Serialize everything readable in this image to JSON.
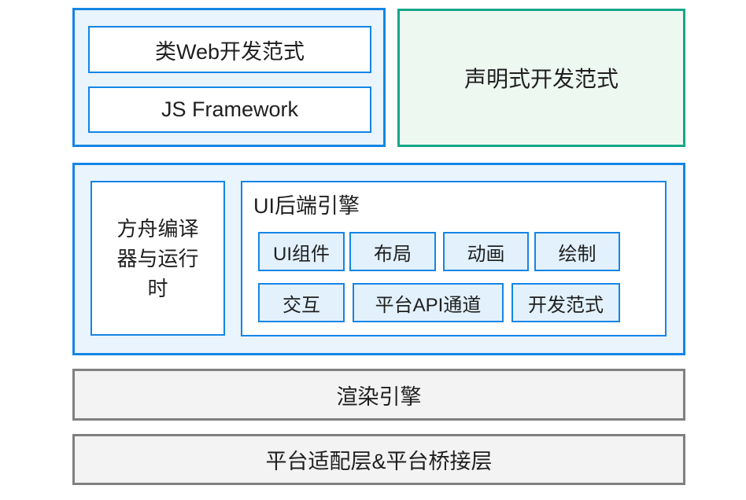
{
  "colors": {
    "blue_border": "#1585e5",
    "blue_fill": "#e9f4fc",
    "chip_fill": "#e2f1fc",
    "green_border": "#17a689",
    "green_fill": "#edf8f1",
    "gray_border": "#808080",
    "gray_fill": "#f3f3f3",
    "text": "#1f1f1f",
    "background": "#ffffff"
  },
  "top_left_group": {
    "items": [
      {
        "label": "类Web开发范式"
      },
      {
        "label": "JS Framework"
      }
    ]
  },
  "declarative_box": {
    "label": "声明式开发范式"
  },
  "middle_group": {
    "ark_label": "方舟编译器与运行时",
    "ui_engine": {
      "title": "UI后端引擎",
      "row1": [
        "UI组件",
        "布局",
        "动画",
        "绘制"
      ],
      "row2": [
        "交互",
        "平台API通道",
        "开发范式"
      ]
    }
  },
  "bottom_layers": [
    {
      "label": "渲染引擎"
    },
    {
      "label": "平台适配层&平台桥接层"
    }
  ]
}
